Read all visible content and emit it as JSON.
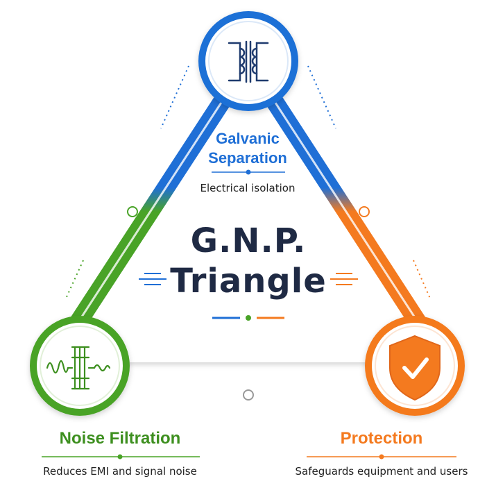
{
  "colors": {
    "blue": "#1f6fd6",
    "green": "#49a327",
    "orange": "#f47a1f",
    "title_dark": "#1f2a44"
  },
  "center": {
    "title_line1": "G.N.P.",
    "title_line2": "Triangle"
  },
  "nodes": {
    "top": {
      "title_line1": "Galvanic",
      "title_line2": "Separation",
      "subtitle": "Electrical isolation",
      "icon": "transformer-icon",
      "color": "#1f6fd6"
    },
    "left": {
      "title": "Noise Filtration",
      "subtitle": "Reduces EMI and signal noise",
      "icon": "noise-filter-icon",
      "color": "#49a327"
    },
    "right": {
      "title": "Protection",
      "subtitle": "Safeguards equipment and users",
      "icon": "shield-check-icon",
      "color": "#f47a1f"
    }
  }
}
